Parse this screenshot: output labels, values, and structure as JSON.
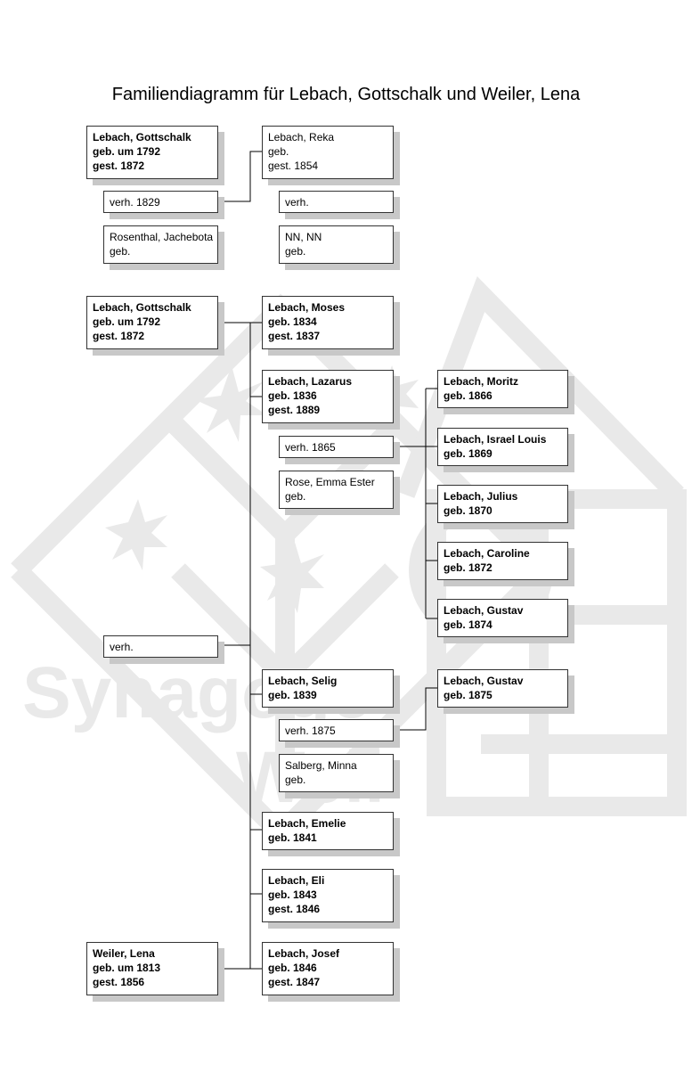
{
  "title": "Familiendiagramm für Lebach, Gottschalk und Weiler, Lena",
  "watermark": {
    "text_line1": "Synagoge",
    "text_line2": "Weil",
    "color": "#e9e9e9"
  },
  "colors": {
    "line": "#000000",
    "shadow": "#c8c8c8",
    "border": "#333333"
  },
  "section1": {
    "husband": {
      "name": "Lebach, Gottschalk",
      "born": "geb. um 1792",
      "died": "gest. 1872"
    },
    "wife": {
      "name": "Lebach, Reka",
      "born": "geb.",
      "died": "gest. 1854"
    },
    "marriage1": "verh. 1829",
    "marriage2": "verh.",
    "partner3": {
      "name": "Rosenthal, Jachebota",
      "born": "geb."
    },
    "partner4": {
      "name": "NN, NN",
      "born": "geb."
    }
  },
  "section2": {
    "father": {
      "name": "Lebach, Gottschalk",
      "born": "geb. um 1792",
      "died": "gest. 1872"
    },
    "mother": {
      "name": "Weiler, Lena",
      "born": "geb. um 1813",
      "died": "gest. 1856"
    },
    "marriage": "verh.",
    "children": {
      "moses": {
        "name": "Lebach, Moses",
        "born": "geb. 1834",
        "died": "gest. 1837"
      },
      "lazarus": {
        "name": "Lebach, Lazarus",
        "born": "geb. 1836",
        "died": "gest. 1889"
      },
      "selig": {
        "name": "Lebach, Selig",
        "born": "geb. 1839"
      },
      "emelie": {
        "name": "Lebach, Emelie",
        "born": "geb. 1841"
      },
      "eli": {
        "name": "Lebach, Eli",
        "born": "geb. 1843",
        "died": "gest. 1846"
      },
      "josef": {
        "name": "Lebach, Josef",
        "born": "geb. 1846",
        "died": "gest. 1847"
      }
    },
    "lazarus_family": {
      "marriage": "verh. 1865",
      "spouse": {
        "name": "Rose, Emma Ester",
        "born": "geb."
      },
      "children": {
        "moritz": {
          "name": "Lebach, Moritz",
          "born": "geb. 1866"
        },
        "israel": {
          "name": "Lebach, Israel Louis",
          "born": "geb. 1869"
        },
        "julius": {
          "name": "Lebach, Julius",
          "born": "geb. 1870"
        },
        "caroline": {
          "name": "Lebach, Caroline",
          "born": "geb. 1872"
        },
        "gustav": {
          "name": "Lebach, Gustav",
          "born": "geb. 1874"
        }
      }
    },
    "selig_family": {
      "marriage": "verh. 1875",
      "spouse": {
        "name": "Salberg, Minna",
        "born": "geb."
      },
      "children": {
        "gustav": {
          "name": "Lebach, Gustav",
          "born": "geb. 1875"
        }
      }
    }
  }
}
